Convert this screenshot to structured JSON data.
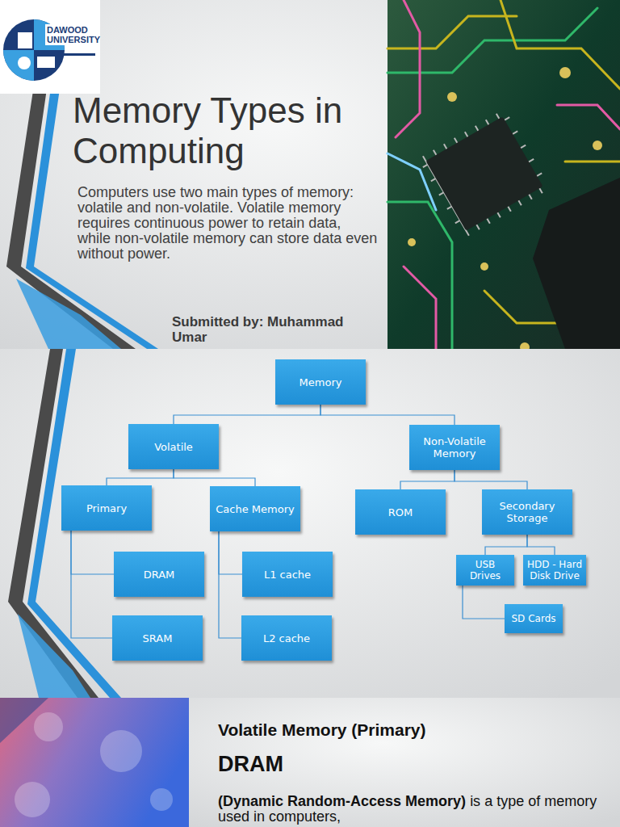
{
  "diagram": {
    "title": "Memory Types in Computing",
    "nodes": [
      {
        "text": [
          "Memory"
        ]
      },
      {
        "text": [
          "Volatile"
        ]
      },
      {
        "text": [
          "Non-Volatile Memory"
        ]
      },
      {
        "text": [
          "Primary"
        ]
      },
      {
        "text": [
          "Cache Memory"
        ]
      },
      {
        "text": [
          "ROM"
        ]
      },
      {
        "text": [
          "Secondary Storage"
        ]
      },
      {
        "text": [
          "DRAM"
        ]
      },
      {
        "text": [
          "L1 cache"
        ]
      },
      {
        "text": [
          "USB Drives"
        ]
      },
      {
        "text": [
          "HDD - Hard Disk Drive"
        ]
      },
      {
        "text": [
          "SRAM"
        ]
      },
      {
        "text": [
          "L2 cache"
        ]
      },
      {
        "text": [
          "SD Cards"
        ]
      }
    ],
    "edges": [
      {
        "from": 0,
        "to": 1,
        "arrow": "none"
      },
      {
        "from": 0,
        "to": 2,
        "arrow": "none"
      },
      {
        "from": 1,
        "to": 3,
        "arrow": "none"
      },
      {
        "from": 1,
        "to": 4,
        "arrow": "none"
      },
      {
        "from": 3,
        "to": 7,
        "arrow": "none"
      },
      {
        "from": 3,
        "to": 11,
        "arrow": "none"
      },
      {
        "from": 4,
        "to": 8,
        "arrow": "none"
      },
      {
        "from": 4,
        "to": 12,
        "arrow": "none"
      },
      {
        "from": 2,
        "to": 5,
        "arrow": "none"
      },
      {
        "from": 2,
        "to": 6,
        "arrow": "none"
      },
      {
        "from": 6,
        "to": 9,
        "arrow": "none"
      },
      {
        "from": 6,
        "to": 10,
        "arrow": "none"
      },
      {
        "from": 9,
        "to": 13,
        "arrow": "none"
      }
    ],
    "labels": [
      "Computers use two main types of memory: volatile and non-volatile. Volatile memory requires continuous power to retain data, while non-volatile memory can store data even without power.",
      "Submitted by: Muhammad Umar",
      "DAWOOD UNIVERSITY",
      "Volatile Memory (Primary)",
      "DRAM",
      "(Dynamic Random-Access Memory)",
      "is a type of memory used in computers,"
    ]
  }
}
